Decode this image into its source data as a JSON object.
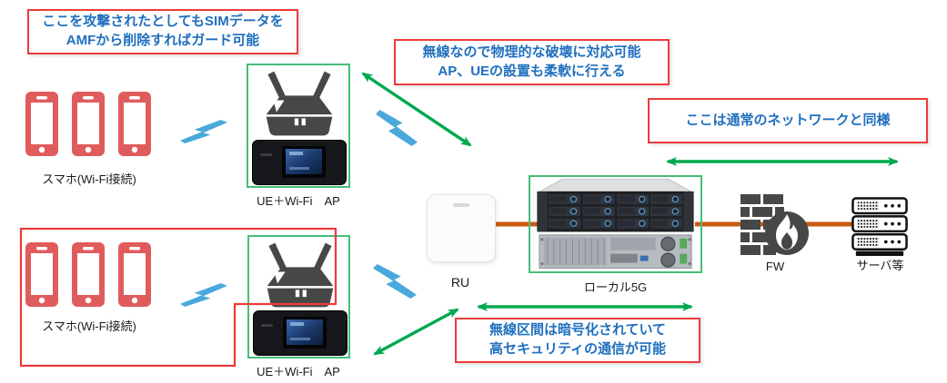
{
  "colors": {
    "annotation_border": "#EE3B3B",
    "annotation_text": "#1F6FBE",
    "green_arrow": "#00A84F",
    "green_box_border": "#45BE78",
    "orange_link": "#C85A10",
    "lightning_blue": "#4BA8DC",
    "phone_red": "#E05C5C",
    "device_dark": "#474747",
    "label_text": "#1A1A1A"
  },
  "annotations": {
    "sim_guard": {
      "lines": [
        "ここを攻撃されたとしてもSIMデータを",
        "AMFから削除すればガード可能"
      ]
    },
    "wireless_flex": {
      "lines": [
        "無線なので物理的な破壊に対応可能",
        "AP、UEの設置も柔軟に行える"
      ]
    },
    "normal_network": {
      "lines": [
        "ここは通常のネットワークと同様"
      ]
    },
    "encrypted": {
      "lines": [
        "無線区間は暗号化されていて",
        "高セキュリティの通信が可能"
      ]
    }
  },
  "devices": {
    "phones_top": {
      "label": "スマホ(Wi-Fi接続)"
    },
    "phones_bottom": {
      "label": "スマホ(Wi-Fi接続)"
    },
    "ap_top": {
      "label": "UE＋Wi-Fi　AP"
    },
    "ap_bottom": {
      "label": "UE＋Wi-Fi　AP"
    },
    "ru": {
      "label": "RU"
    },
    "local5g": {
      "label": "ローカル5G"
    },
    "firewall": {
      "label": "FW"
    },
    "servers": {
      "label": "サーバ等"
    }
  }
}
